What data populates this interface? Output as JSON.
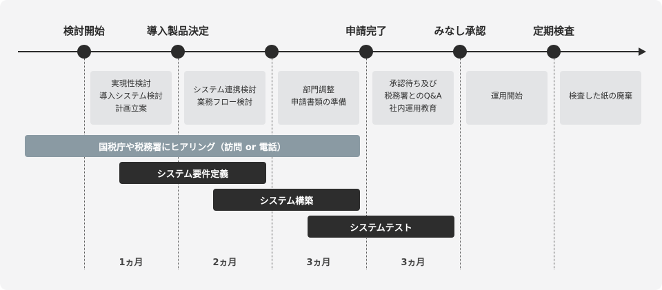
{
  "milestones": [
    "検討開始",
    "導入製品決定",
    "申請完了",
    "みなし承認",
    "定期検査"
  ],
  "phases": [
    {
      "text": "実現性検討\n導入システム検討\n計画立案"
    },
    {
      "text": "システム連携検討\n業務フロー検討"
    },
    {
      "text": "部門調整\n申請書類の準備"
    },
    {
      "text": "承認待ち及び\n税務署とのQ&A\n社内運用教育"
    },
    {
      "text": "運用開始"
    },
    {
      "text": "検査した紙の廃棄"
    }
  ],
  "bars": [
    {
      "label": "国税庁や税務署にヒアリング（訪問 or 電話）",
      "style": "gray"
    },
    {
      "label": "システム要件定義",
      "style": "dark"
    },
    {
      "label": "システム構築",
      "style": "dark"
    },
    {
      "label": "システムテスト",
      "style": "dark"
    }
  ],
  "durations": [
    "1ヵ月",
    "2ヵ月",
    "3ヵ月",
    "3ヵ月"
  ],
  "colors": {
    "panel": "#f4f4f5",
    "axis": "#2b2b2b",
    "card": "#e3e4e6",
    "bar_gray": "#8a9aa3",
    "bar_dark": "#2d2d2d"
  }
}
